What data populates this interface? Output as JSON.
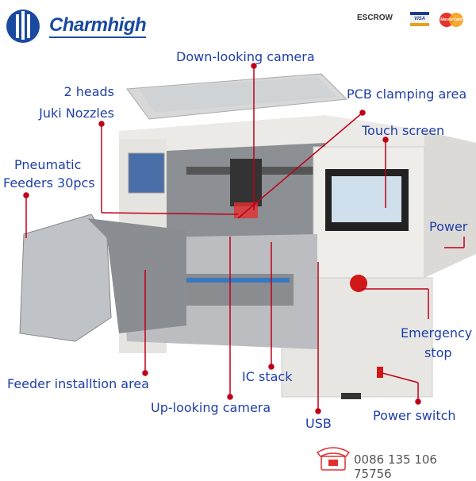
{
  "header": {
    "brand": "Charmhigh",
    "badges": [
      "ESCROW",
      "VISA",
      "MasterCard"
    ]
  },
  "labels": {
    "down_camera": "Down-looking camera",
    "heads_1": "2 heads",
    "heads_2": "Juki Nozzles",
    "pcb": "PCB clamping area",
    "touch": "Touch screen",
    "feeders_1": "Pneumatic",
    "feeders_2": "Feeders 30pcs",
    "power": "Power",
    "emergency_1": "Emergency",
    "emergency_2": "stop",
    "feeder_area": "Feeder installtion area",
    "ic_stack": "IC stack",
    "up_camera": "Up-looking camera",
    "usb": "USB",
    "power_switch": "Power switch"
  },
  "contact": {
    "phone": "0086 135 106 75756",
    "icon": "telephone-icon"
  },
  "colors": {
    "label": "#1f3fa8",
    "leader": "#c00018",
    "brand": "#1a4aa0"
  }
}
